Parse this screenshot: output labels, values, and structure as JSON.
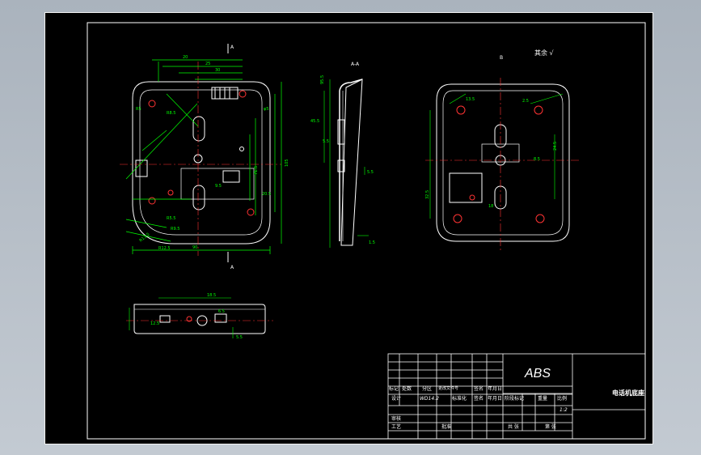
{
  "window": {
    "background_top": "#aab3bd",
    "background_bottom": "#c3cad2"
  },
  "drawing": {
    "sheet_color": "#000000",
    "line_color": "#ffffff",
    "dimension_color": "#00ff00",
    "hole_color": "#ff3333",
    "centerline_color": "#ff3333",
    "roughness_note": "其余 √",
    "front_view_label": "A",
    "section_label": "A-A",
    "scale_view_label": "B"
  },
  "title_block": {
    "material": "ABS",
    "part_name": "电话机底座",
    "header_row": [
      "标记",
      "处数",
      "分区",
      "更改文件号",
      "签名",
      "年月日"
    ],
    "design_label": "设计",
    "design_code": "WD14.2",
    "standardize_label": "标准化",
    "signature_label": "签名",
    "date_label": "年月日",
    "stage_mark_label": "阶段标记",
    "weight_label": "重量",
    "scale_label": "比例",
    "scale_value": "1:2",
    "review_label": "审核",
    "process_label": "工艺",
    "approve_label": "批准",
    "sheets_total_label": "共 张",
    "sheet_no_label": "第 张"
  }
}
